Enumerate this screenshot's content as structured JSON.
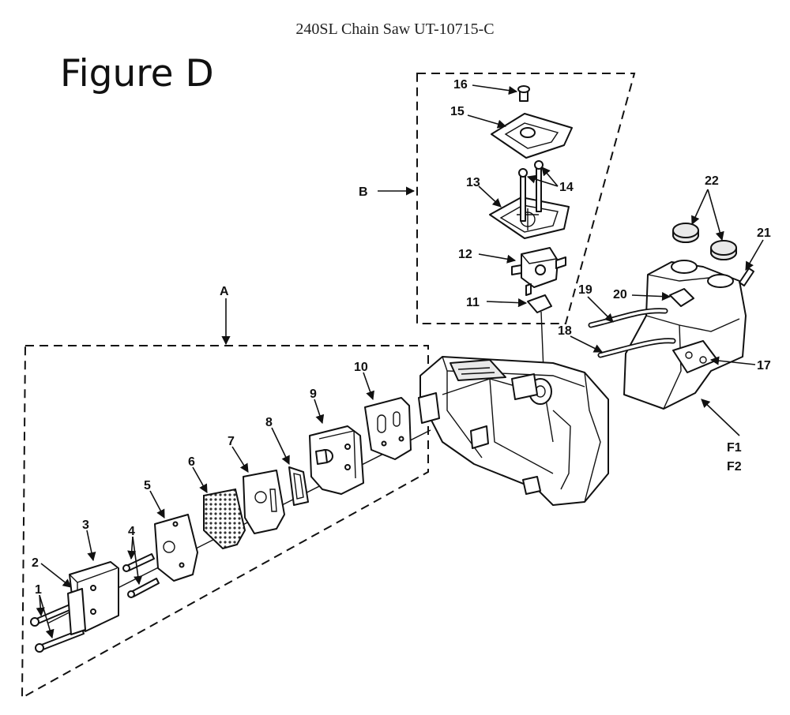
{
  "header": {
    "title": "240SL Chain Saw UT-10715-C"
  },
  "figure": {
    "title": "Figure D"
  },
  "callouts": {
    "c1": "1",
    "c2": "2",
    "c3": "3",
    "c4": "4",
    "c5": "5",
    "c6": "6",
    "c7": "7",
    "c8": "8",
    "c9": "9",
    "c10": "10",
    "c11": "11",
    "c12": "12",
    "c13": "13",
    "c14": "14",
    "c15": "15",
    "c16": "16",
    "c17": "17",
    "c18": "18",
    "c19": "19",
    "c20": "20",
    "c21": "21",
    "c22": "22",
    "a": "A",
    "b": "B",
    "f1": "F1",
    "f2": "F2"
  }
}
